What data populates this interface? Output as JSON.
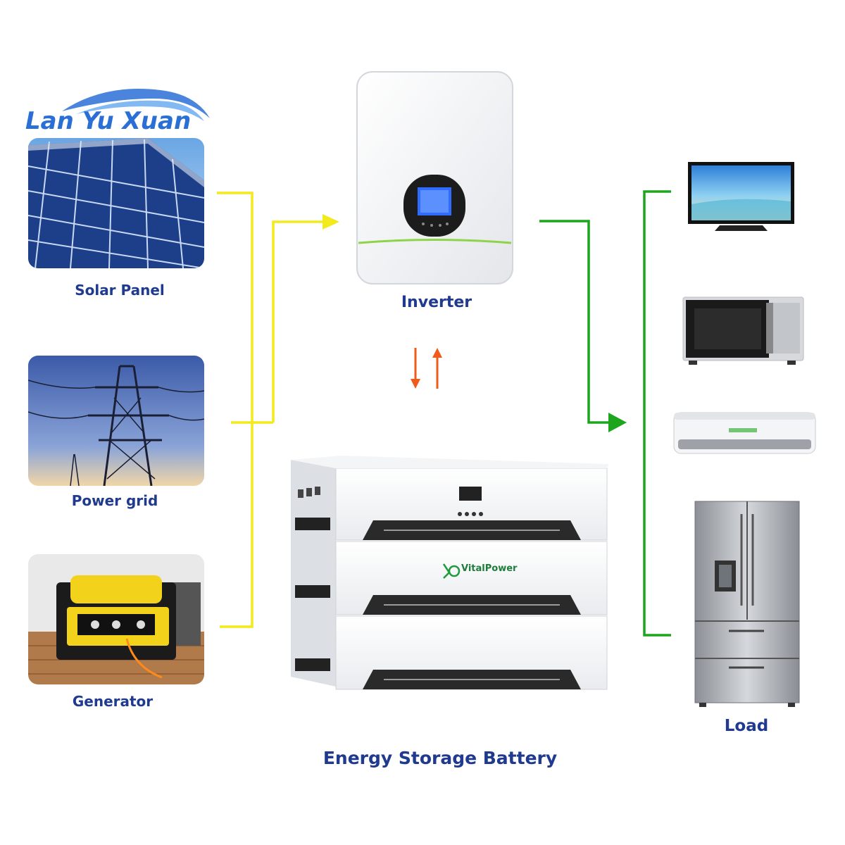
{
  "watermark": {
    "text": "Lan Yu Xuan",
    "color": "#2a6fd6"
  },
  "sources": {
    "solar_panel": {
      "label": "Solar Panel"
    },
    "power_grid": {
      "label": "Power grid"
    },
    "generator": {
      "label": "Generator"
    }
  },
  "inverter": {
    "label": "Inverter"
  },
  "battery": {
    "label": "Energy Storage Battery",
    "brand": "VitalPower"
  },
  "loads": {
    "label": "Load",
    "items": [
      "television",
      "microwave oven",
      "air conditioner",
      "refrigerator"
    ]
  },
  "colors": {
    "input_flow": "#f2ea1c",
    "output_flow": "#1ea51e",
    "battery_flow": "#f05a1a",
    "label_text": "#1f3a8f"
  }
}
